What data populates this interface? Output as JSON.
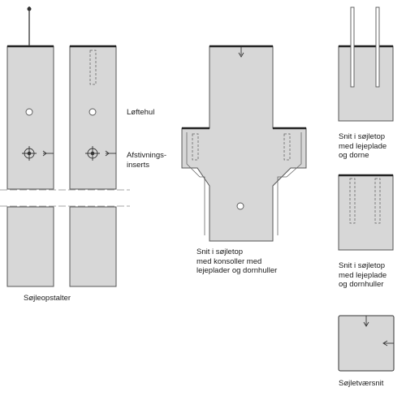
{
  "labels": {
    "lift_hole": "Løftehul",
    "leveling_inserts": "Afstivnings-\ninserts",
    "column_elevations": "Søjleopstalter",
    "section_corbels": "Snit i søjletop\nmed konsoller med\nlejeplader og dornhuller",
    "section_dowels": "Snit i søjletop\nmed lejeplade\nog dorne",
    "section_dowel_holes": "Snit i søjletop\nmed lejeplade\nog dornhuller",
    "cross_section": "Søjletværsnit"
  },
  "colors": {
    "fill": "#d7d7d7",
    "stroke": "#555555",
    "plate": "#222222"
  }
}
